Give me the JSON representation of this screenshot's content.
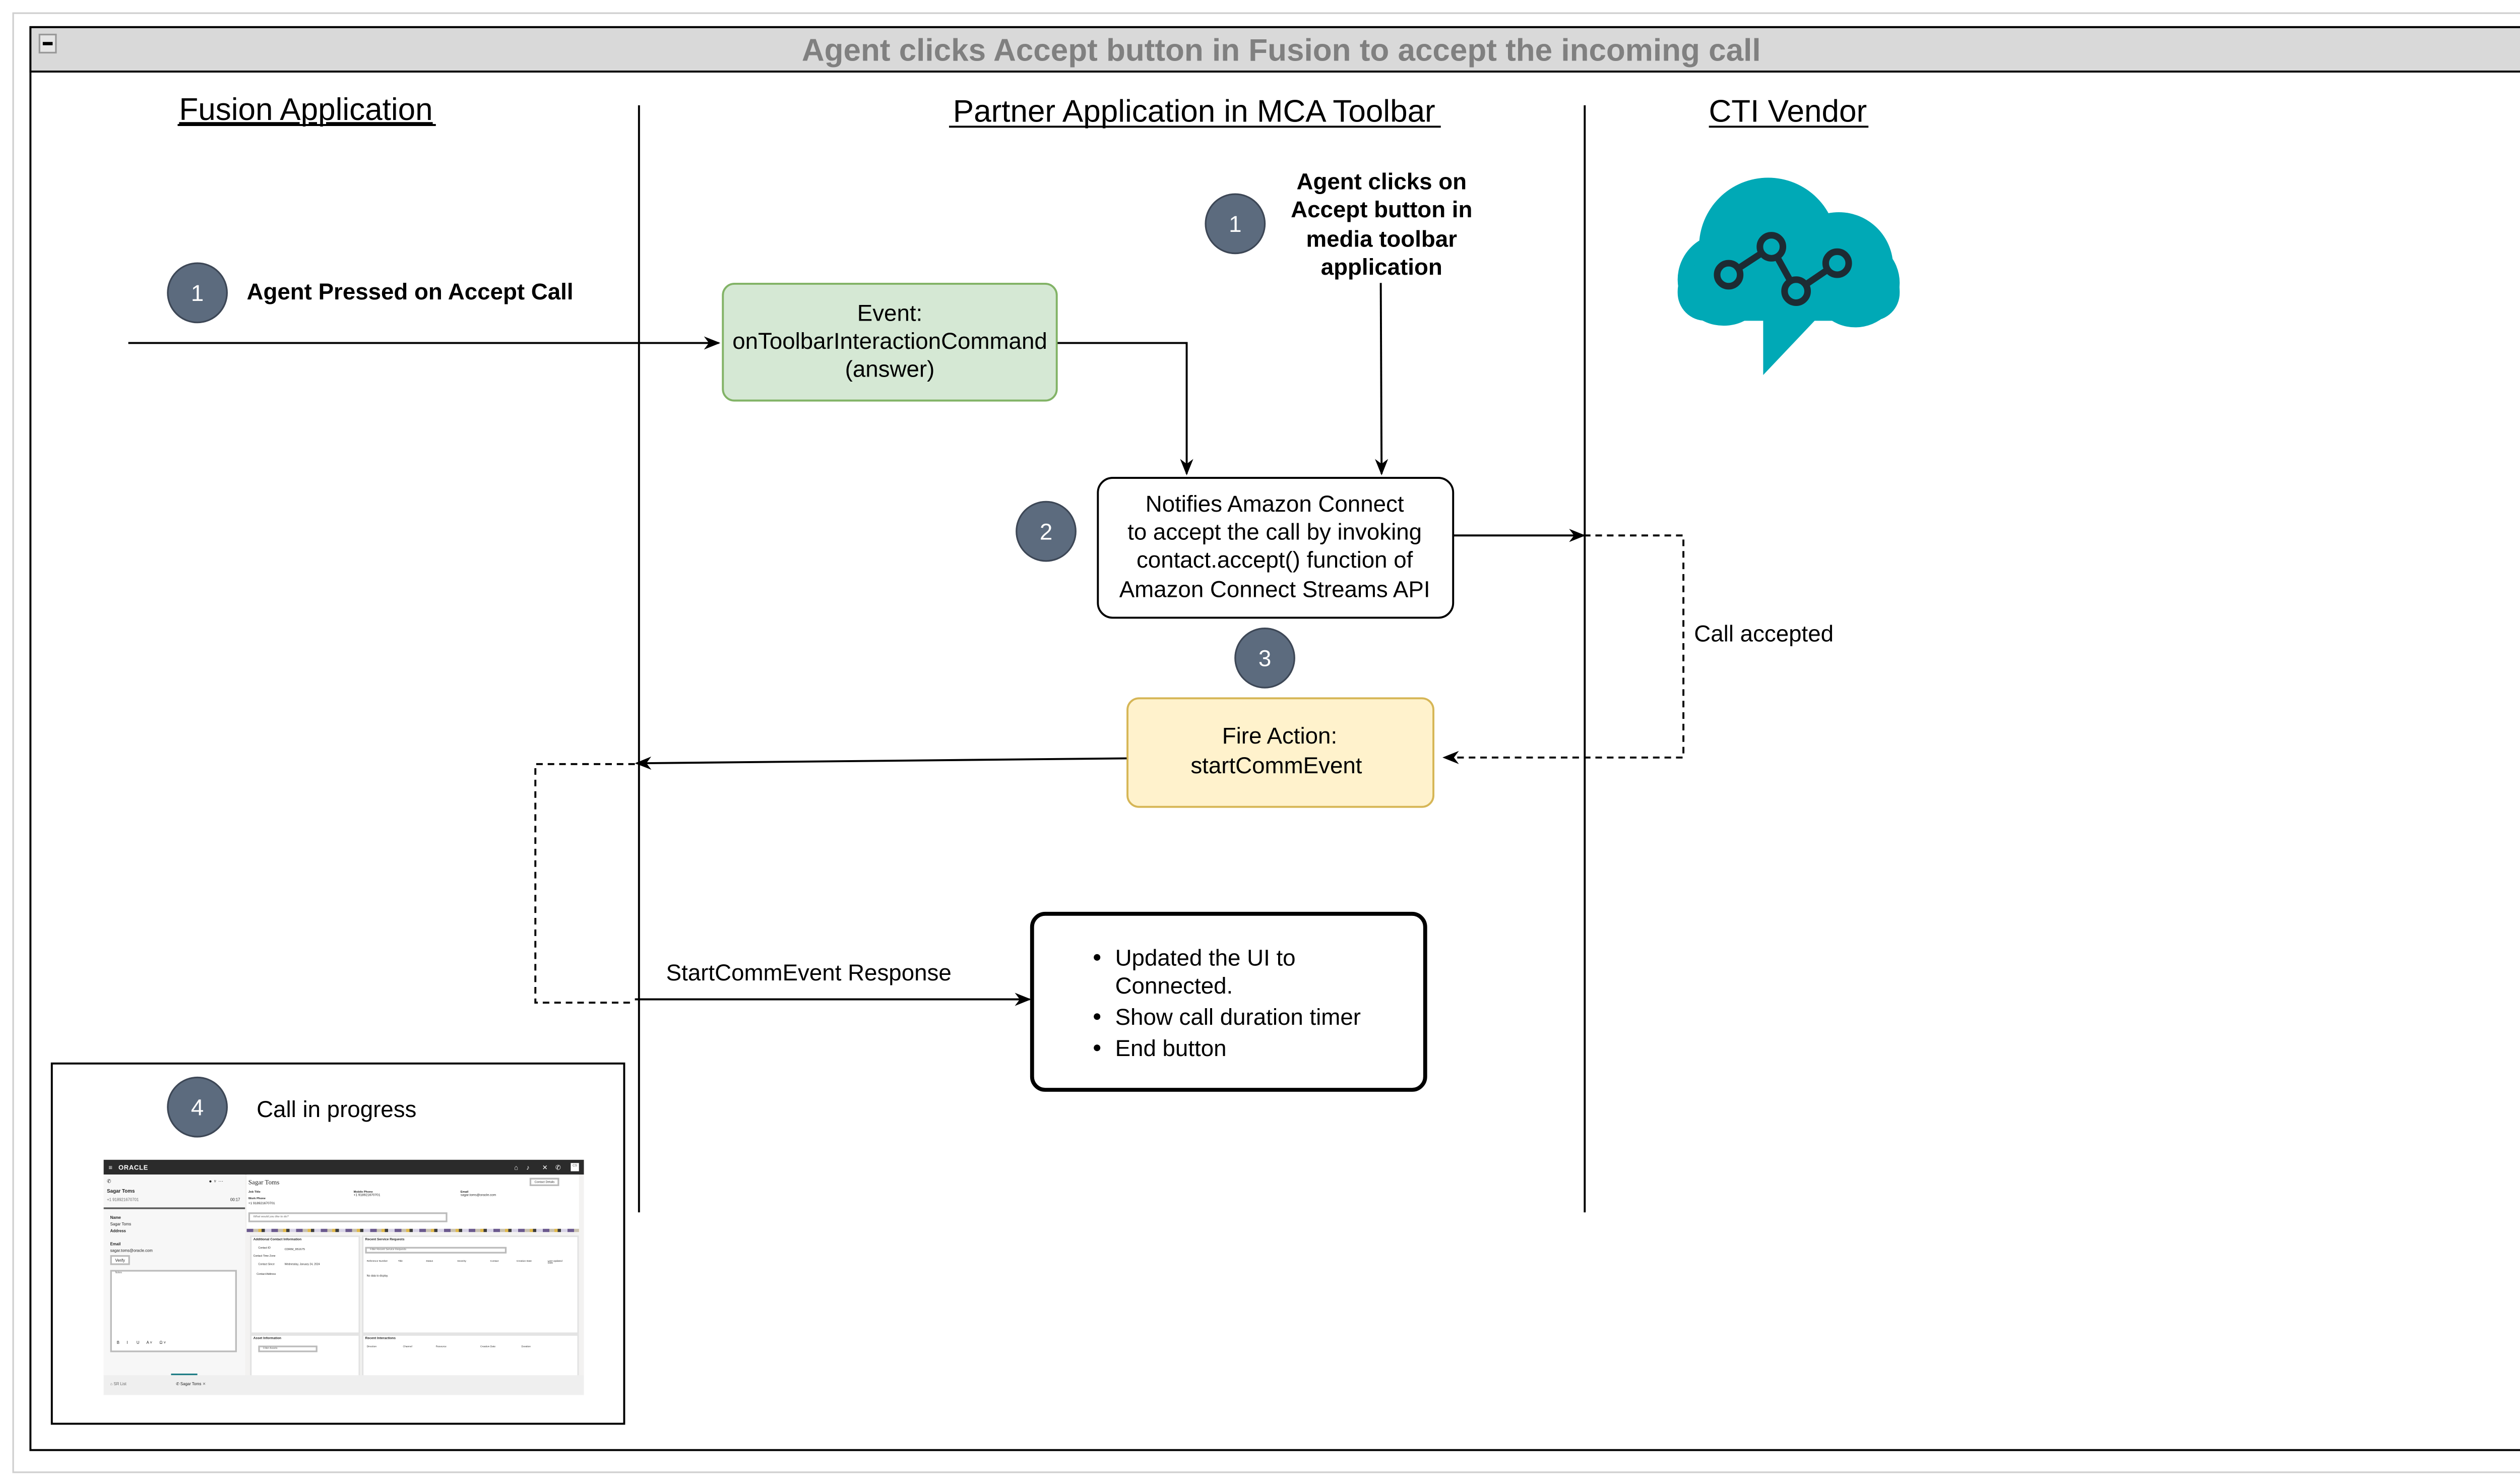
{
  "frame": {
    "title": "Agent clicks Accept button in Fusion to accept the incoming call",
    "collapse_icon": "minus-icon"
  },
  "lanes": {
    "fusion": "Fusion Application",
    "partner": "Partner Application in MCA Toolbar",
    "cti": "CTI Vendor"
  },
  "steps": {
    "fusion_step1": {
      "number": "1",
      "label": "Agent Pressed on Accept Call"
    },
    "partner_step1": {
      "number": "1",
      "lines": [
        "Agent clicks on",
        "Accept button in",
        "media toolbar",
        "application"
      ]
    },
    "step2": {
      "number": "2"
    },
    "step3": {
      "number": "3"
    },
    "step4": {
      "number": "4",
      "label": "Call in progress"
    }
  },
  "boxes": {
    "event": {
      "lines": [
        "Event:",
        "onToolbarInteractionCommand",
        "(answer)"
      ],
      "fill": "#d5e8d4",
      "stroke": "#82b366"
    },
    "notify": {
      "lines": [
        "Notifies Amazon Connect",
        "to accept the call by invoking",
        "contact.accept() function of",
        "Amazon Connect Streams API"
      ]
    },
    "fire": {
      "lines": [
        "Fire Action:",
        "startCommEvent"
      ],
      "fill": "#fff2cc",
      "stroke": "#d6b656"
    },
    "result": {
      "bullets": [
        "Updated the UI to",
        "Connected.",
        "Show call duration timer",
        "End button"
      ]
    }
  },
  "edge_labels": {
    "call_accepted": "Call accepted",
    "response": "StartCommEvent Response"
  },
  "colors": {
    "step_circle": "#5c6b7e",
    "cloud": "#00a9b6",
    "header_bg": "#d9d9d9",
    "header_text": "#808080"
  },
  "cti_icon": "cloud-network-icon",
  "screenshot": {
    "brand": "ORACLE",
    "user_initials": "CS",
    "left": {
      "contact_name": "Sagar Toms",
      "phone": "+1 918921670701",
      "timer": "00:17",
      "name_label": "Name",
      "name_value": "Sagar Toms",
      "address_label": "Address",
      "email_label": "Email",
      "email_value": "sagar.toms@oracle.com",
      "verify": "Verify",
      "notes_placeholder": "Notes",
      "format_tools": [
        "B",
        "I",
        "U",
        "A ˅",
        "Ω ˅"
      ]
    },
    "right": {
      "title": "Sagar Toms",
      "contact_details": "Contact Details",
      "job_title_label": "Job Title",
      "work_phone_label": "Work Phone",
      "work_phone": "+1 918921670701",
      "mobile_phone_label": "Mobile Phone",
      "mobile_phone": "+1 918921670701",
      "email_label": "Email",
      "email": "sagar.toms@oracle.com",
      "ask_placeholder": "What would you like to do?",
      "additional": {
        "title": "Additional Contact Information",
        "contact_id_label": "Contact ID",
        "contact_id": "CDRM_951675",
        "time_zone_label": "Contact Time Zone",
        "since_label": "Contact Since",
        "since": "Wednesday, January 24, 2024",
        "address_label": "Contact Address"
      },
      "service_requests": {
        "title": "Recent Service Requests",
        "filter_placeholder": "Filter Recent Service Requests",
        "columns": [
          "Reference Number",
          "Title",
          "Status",
          "Severity",
          "Contact",
          "Creation Date",
          "Last Updated Date"
        ],
        "empty": "No data to display."
      },
      "assets": {
        "title": "Asset Information",
        "filter_placeholder": "Filter Assets"
      },
      "interactions": {
        "title": "Recent Interactions",
        "columns": [
          "Direction",
          "Channel",
          "Resource",
          "Creation Date",
          "Duration"
        ]
      }
    },
    "tabs": [
      {
        "label": "SR List"
      },
      {
        "label": "Sagar Toms"
      }
    ]
  }
}
